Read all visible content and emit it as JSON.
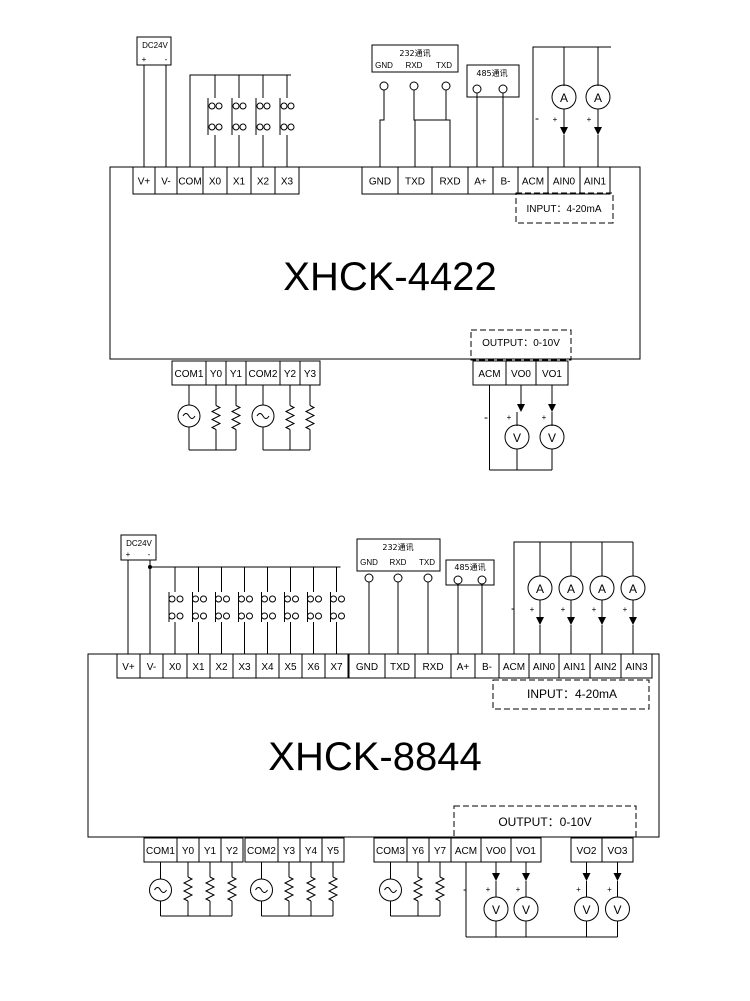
{
  "colors": {
    "line": "#000000",
    "background": "#ffffff"
  },
  "module1": {
    "model": "XHCK-4422",
    "supply": {
      "label": "DC24V",
      "plus": "+",
      "minus": "-"
    },
    "comm232": {
      "title": "232通讯",
      "pins": [
        "GND",
        "RXD",
        "TXD"
      ]
    },
    "comm485": {
      "title": "485通讯"
    },
    "top_terminals_left": [
      "V+",
      "V-",
      "COM",
      "X0",
      "X1",
      "X2",
      "X3"
    ],
    "top_terminals_right": [
      "GND",
      "TXD",
      "RXD",
      "A+",
      "B-",
      "ACM",
      "AIN0",
      "AIN1"
    ],
    "input_label": "INPUT：4-20mA",
    "output_label": "OUTPUT：0-10V",
    "bottom_terminals_left": [
      "COM1",
      "Y0",
      "Y1",
      "COM2",
      "Y2",
      "Y3"
    ],
    "bottom_terminals_right": [
      "ACM",
      "VO0",
      "VO1"
    ],
    "ammeter_symbol": "A",
    "voltmeter_symbol": "V",
    "sign_plus": "+",
    "sign_minus": "-"
  },
  "module2": {
    "model": "XHCK-8844",
    "supply": {
      "label": "DC24V",
      "plus": "+",
      "minus": "-"
    },
    "comm232": {
      "title": "232通讯",
      "pins": [
        "GND",
        "RXD",
        "TXD"
      ]
    },
    "comm485": {
      "title": "485通讯"
    },
    "top_terminals_left": [
      "V+",
      "V-",
      "X0",
      "X1",
      "X2",
      "X3",
      "X4",
      "X5",
      "X6",
      "X7"
    ],
    "top_terminals_right": [
      "GND",
      "TXD",
      "RXD",
      "A+",
      "B-",
      "ACM",
      "AIN0",
      "AIN1",
      "AIN2",
      "AIN3"
    ],
    "input_label": "INPUT：4-20mA",
    "output_label": "OUTPUT：0-10V",
    "bottom_terminals": [
      "COM1",
      "Y0",
      "Y1",
      "Y2",
      "COM2",
      "Y3",
      "Y4",
      "Y5",
      "COM3",
      "Y6",
      "Y7",
      "ACM",
      "VO0",
      "VO1",
      "VO2",
      "VO3"
    ],
    "ammeter_symbol": "A",
    "voltmeter_symbol": "V",
    "sign_plus": "+",
    "sign_minus": "-"
  }
}
